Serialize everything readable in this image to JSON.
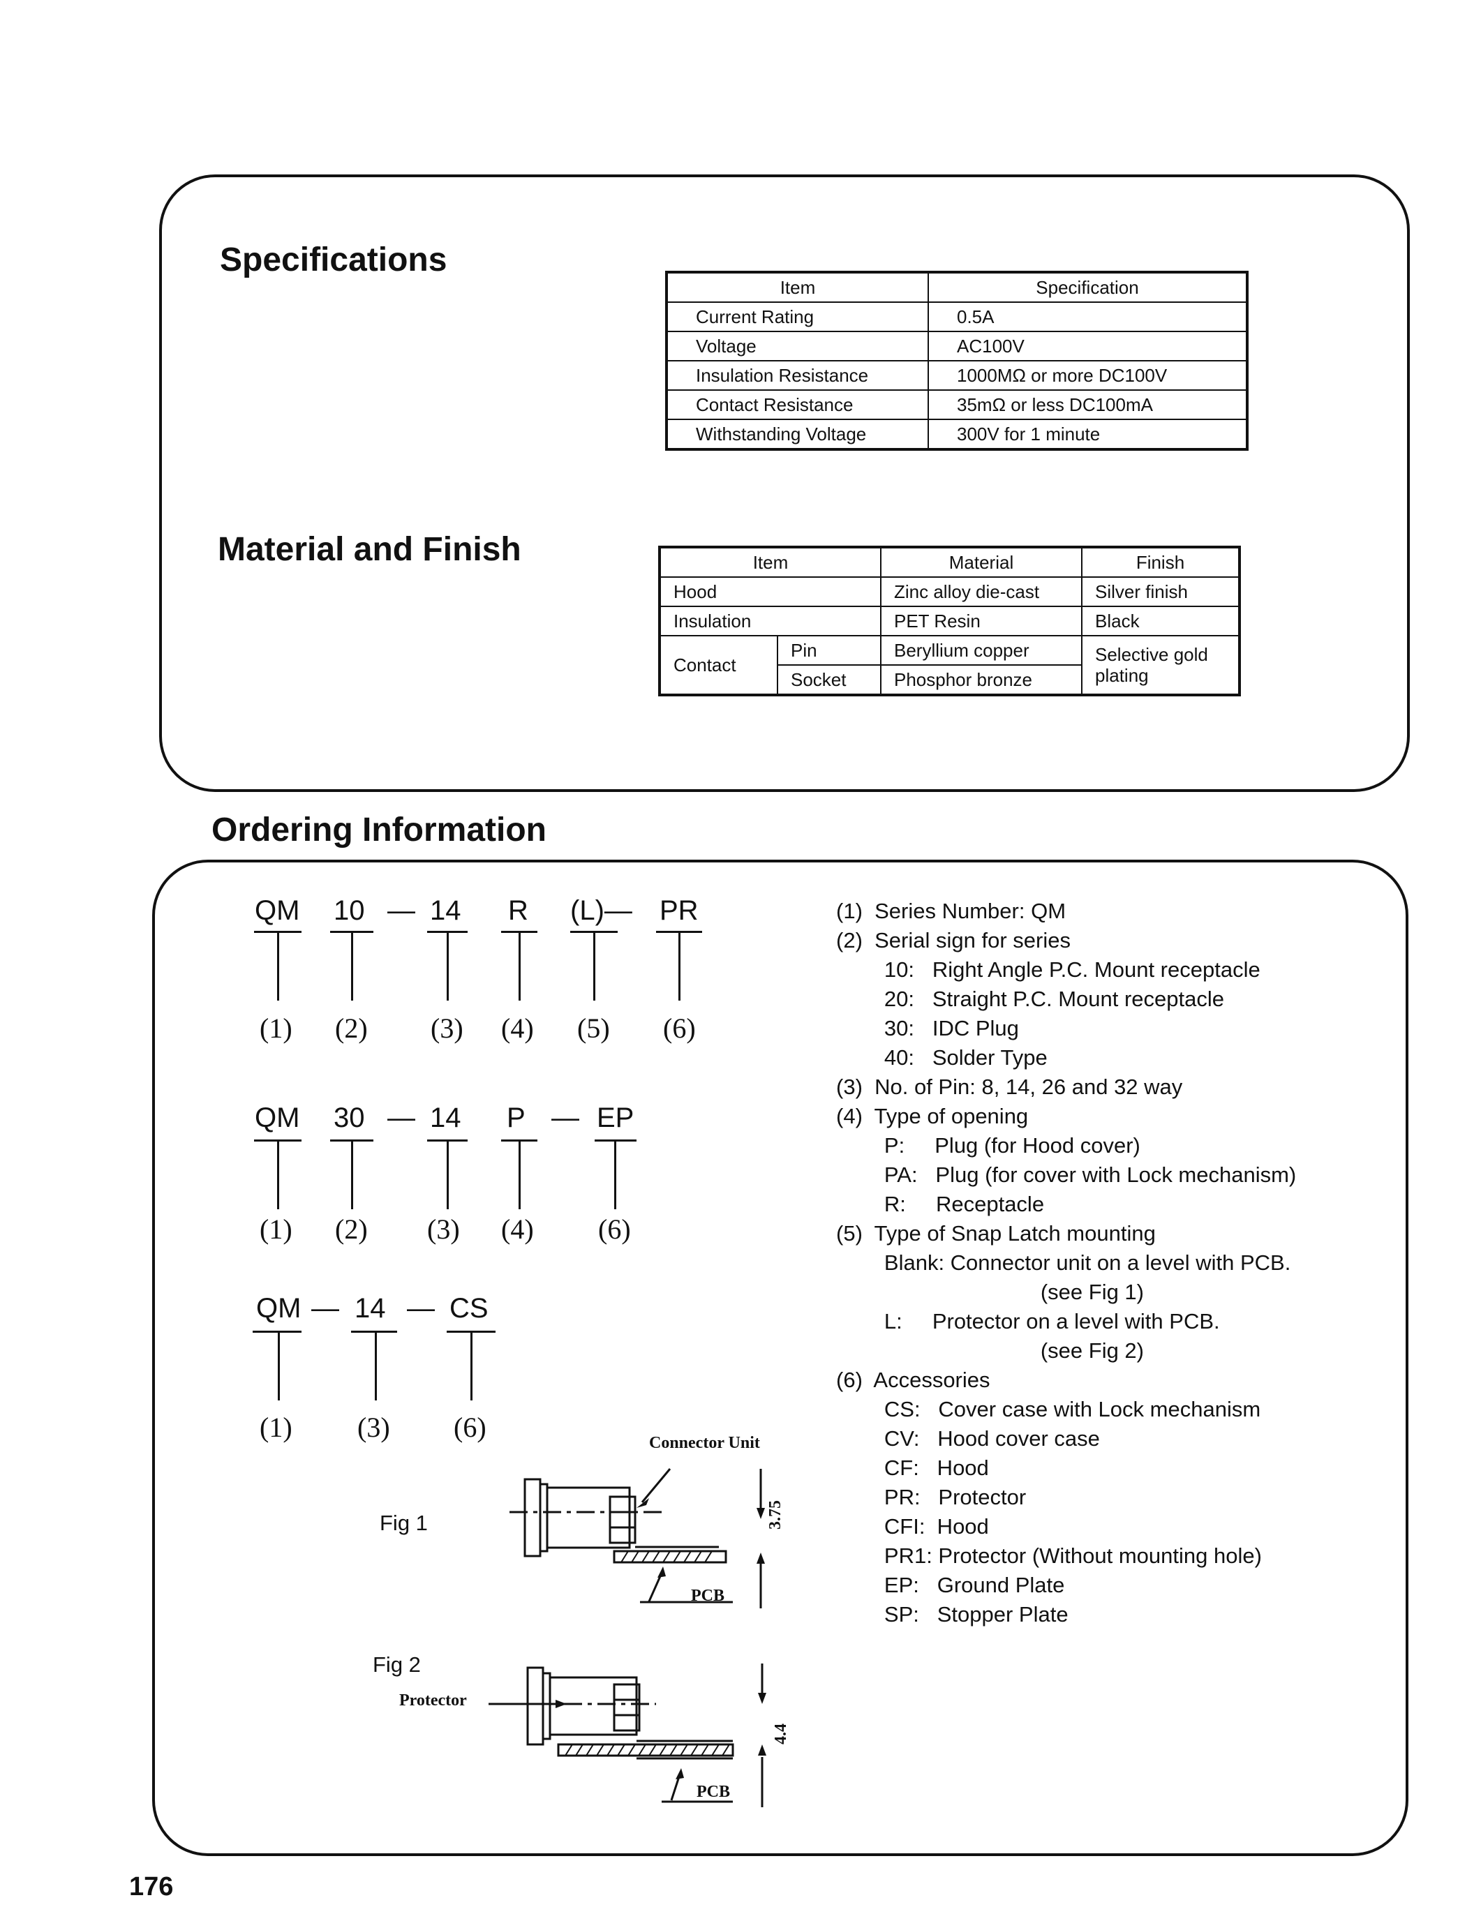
{
  "specifications": {
    "title": "Specifications",
    "headers": [
      "Item",
      "Specification"
    ],
    "rows": [
      [
        "Current Rating",
        "0.5A"
      ],
      [
        "Voltage",
        "AC100V"
      ],
      [
        "Insulation Resistance",
        "1000MΩ or more   DC100V"
      ],
      [
        "Contact Resistance",
        "35mΩ or less   DC100mA"
      ],
      [
        "Withstanding Voltage",
        "300V for 1 minute"
      ]
    ]
  },
  "material": {
    "title": "Material and Finish",
    "headers": [
      "Item",
      "Material",
      "Finish"
    ],
    "hood": [
      "Hood",
      "Zinc alloy die-cast",
      "Silver finish"
    ],
    "insulation": [
      "Insulation",
      "PET Resin",
      "Black"
    ],
    "contact_label": "Contact",
    "pin": [
      "Pin",
      "Beryllium copper"
    ],
    "socket": [
      "Socket",
      "Phosphor bronze"
    ],
    "contact_finish": "Selective gold plating"
  },
  "ordering": {
    "title": "Ordering Information",
    "codes": [
      {
        "parts": [
          "QM",
          "10",
          "—",
          "14",
          "R",
          "(L)—",
          "PR"
        ],
        "numbers": [
          "(1)",
          "(2)",
          "(3)",
          "(4)",
          "(5)",
          "(6)"
        ]
      },
      {
        "parts": [
          "QM",
          "30",
          "—",
          "14",
          "P",
          "—",
          "EP"
        ],
        "numbers": [
          "(1)",
          "(2)",
          "(3)",
          "(4)",
          "(6)"
        ]
      },
      {
        "parts": [
          "QM",
          "—",
          "14",
          "—",
          "CS"
        ],
        "numbers": [
          "(1)",
          "(3)",
          "(6)"
        ]
      }
    ],
    "descriptions": [
      "(1)  Series Number: QM",
      "(2)  Serial sign for series",
      "        10:   Right Angle P.C. Mount receptacle",
      "        20:   Straight P.C. Mount receptacle",
      "        30:   IDC Plug",
      "        40:   Solder Type",
      "(3)  No. of Pin: 8, 14, 26 and 32 way",
      "(4)  Type of opening",
      "        P:     Plug (for Hood cover)",
      "        PA:   Plug (for cover with Lock mechanism)",
      "        R:     Receptacle",
      "(5)  Type of Snap Latch mounting",
      "        Blank: Connector unit on a level with PCB.",
      "                                  (see Fig 1)",
      "        L:     Protector on a level with PCB.",
      "                                  (see Fig 2)",
      "(6)  Accessories",
      "        CS:   Cover case with Lock mechanism",
      "        CV:   Hood cover case",
      "        CF:   Hood",
      "        PR:   Protector",
      "        CFI:  Hood",
      "        PR1: Protector (Without mounting hole)",
      "        EP:   Ground Plate",
      "        SP:   Stopper Plate"
    ],
    "fig1": {
      "label": "Fig 1",
      "connector_label": "Connector Unit",
      "pcb_label": "PCB",
      "dimension": "3.75"
    },
    "fig2": {
      "label": "Fig 2",
      "protector_label": "Protector",
      "pcb_label": "PCB",
      "dimension": "4.4"
    }
  },
  "page_number": "176"
}
